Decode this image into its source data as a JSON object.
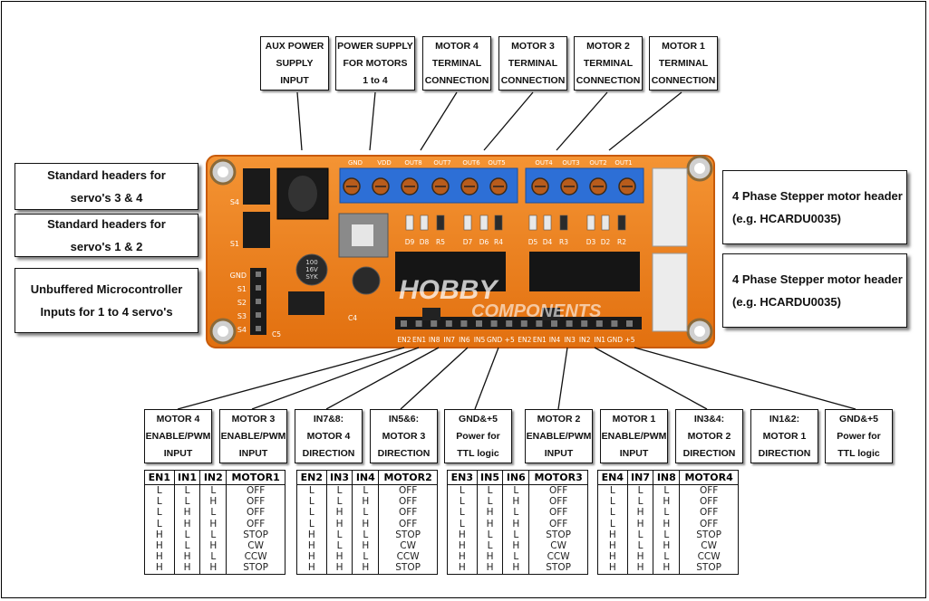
{
  "top_labels": [
    {
      "id": "aux-power",
      "lines": [
        "AUX POWER",
        "SUPPLY INPUT"
      ]
    },
    {
      "id": "motor-supply",
      "lines": [
        "POWER SUPPLY",
        "FOR MOTORS",
        "1 to 4"
      ]
    },
    {
      "id": "motor4-terminal",
      "lines": [
        "MOTOR 4",
        "TERMINAL",
        "CONNECTION"
      ]
    },
    {
      "id": "motor3-terminal",
      "lines": [
        "MOTOR 3",
        "TERMINAL",
        "CONNECTION"
      ]
    },
    {
      "id": "motor2-terminal",
      "lines": [
        "MOTOR 2",
        "TERMINAL",
        "CONNECTION"
      ]
    },
    {
      "id": "motor1-terminal",
      "lines": [
        "MOTOR 1",
        "TERMINAL",
        "CONNECTION"
      ]
    }
  ],
  "left_labels": [
    {
      "id": "servo34",
      "lines": [
        "Standard headers for",
        "servo's 3 & 4"
      ]
    },
    {
      "id": "servo12",
      "lines": [
        "Standard headers for",
        "servo's 1 & 2"
      ]
    },
    {
      "id": "mcu-inputs",
      "lines": [
        "Unbuffered Microcontroller",
        "Inputs for 1 to 4 servo's"
      ]
    }
  ],
  "right_labels": [
    {
      "id": "stepper-a",
      "lines": [
        "4 Phase Stepper motor header",
        "(e.g. HCARDU0035)"
      ]
    },
    {
      "id": "stepper-b",
      "lines": [
        "4 Phase Stepper motor header",
        "(e.g. HCARDU0035)"
      ]
    }
  ],
  "bottom_labels": [
    {
      "id": "m4-enable",
      "lines": [
        "MOTOR 4",
        "ENABLE/PWM",
        "INPUT"
      ]
    },
    {
      "id": "m3-enable",
      "lines": [
        "MOTOR 3",
        "ENABLE/PWM",
        "INPUT"
      ]
    },
    {
      "id": "in78",
      "lines": [
        "IN7&8:",
        "MOTOR 4",
        "DIRECTION"
      ]
    },
    {
      "id": "in56",
      "lines": [
        "IN5&6:",
        "MOTOR 3",
        "DIRECTION"
      ]
    },
    {
      "id": "gnd5-a",
      "lines": [
        "GND&+5",
        "Power for",
        "TTL logic"
      ]
    },
    {
      "id": "m2-enable",
      "lines": [
        "MOTOR 2",
        "ENABLE/PWM",
        "INPUT"
      ]
    },
    {
      "id": "m1-enable",
      "lines": [
        "MOTOR 1",
        "ENABLE/PWM",
        "INPUT"
      ]
    },
    {
      "id": "in34",
      "lines": [
        "IN3&4:",
        "MOTOR 2",
        "DIRECTION"
      ]
    },
    {
      "id": "in12",
      "lines": [
        "IN1&2:",
        "MOTOR 1",
        "DIRECTION"
      ]
    },
    {
      "id": "gnd5-b",
      "lines": [
        "GND&+5",
        "Power for",
        "TTL logic"
      ]
    }
  ],
  "board": {
    "logo_main": "HOBBY",
    "logo_sub": "COMPONENTS",
    "terminal_pins": [
      "GND",
      "VDD",
      "OUT8",
      "OUT7",
      "OUT6",
      "OUT5",
      "OUT4",
      "OUT3",
      "OUT2",
      "OUT1"
    ],
    "header_pins": [
      "EN2",
      "EN1",
      "IN8",
      "IN7",
      "IN6",
      "IN5",
      "GND",
      "+5",
      "EN2",
      "EN1",
      "IN4",
      "IN3",
      "IN2",
      "IN1",
      "GND",
      "+5"
    ],
    "servo_pins": [
      "GND",
      "S1",
      "S2",
      "S3",
      "S4"
    ],
    "servo_header_marks": [
      "S4",
      "S1"
    ],
    "cap_label": [
      "100",
      "16V",
      "SYK"
    ],
    "diode_labels": [
      "D9",
      "D8",
      "R5",
      "D7",
      "D6",
      "R4",
      "D5",
      "D4",
      "R3",
      "D3",
      "D2",
      "R2"
    ],
    "misc_labels": [
      "C4",
      "C5"
    ],
    "colors": {
      "board": "#f0801a",
      "board_edge": "#d9620c",
      "terminal": "#2d6fd6",
      "header": "#e8e8e8"
    }
  },
  "tables": [
    {
      "headers": [
        "EN1",
        "IN1",
        "IN2",
        "MOTOR1"
      ],
      "rows": [
        [
          "L",
          "L",
          "L",
          "OFF"
        ],
        [
          "L",
          "L",
          "H",
          "OFF"
        ],
        [
          "L",
          "H",
          "L",
          "OFF"
        ],
        [
          "L",
          "H",
          "H",
          "OFF"
        ],
        [
          "H",
          "L",
          "L",
          "STOP"
        ],
        [
          "H",
          "L",
          "H",
          "CW"
        ],
        [
          "H",
          "H",
          "L",
          "CCW"
        ],
        [
          "H",
          "H",
          "H",
          "STOP"
        ]
      ]
    },
    {
      "headers": [
        "EN2",
        "IN3",
        "IN4",
        "MOTOR2"
      ],
      "rows": [
        [
          "L",
          "L",
          "L",
          "OFF"
        ],
        [
          "L",
          "L",
          "H",
          "OFF"
        ],
        [
          "L",
          "H",
          "L",
          "OFF"
        ],
        [
          "L",
          "H",
          "H",
          "OFF"
        ],
        [
          "H",
          "L",
          "L",
          "STOP"
        ],
        [
          "H",
          "L",
          "H",
          "CW"
        ],
        [
          "H",
          "H",
          "L",
          "CCW"
        ],
        [
          "H",
          "H",
          "H",
          "STOP"
        ]
      ]
    },
    {
      "headers": [
        "EN3",
        "IN5",
        "IN6",
        "MOTOR3"
      ],
      "rows": [
        [
          "L",
          "L",
          "L",
          "OFF"
        ],
        [
          "L",
          "L",
          "H",
          "OFF"
        ],
        [
          "L",
          "H",
          "L",
          "OFF"
        ],
        [
          "L",
          "H",
          "H",
          "OFF"
        ],
        [
          "H",
          "L",
          "L",
          "STOP"
        ],
        [
          "H",
          "L",
          "H",
          "CW"
        ],
        [
          "H",
          "H",
          "L",
          "CCW"
        ],
        [
          "H",
          "H",
          "H",
          "STOP"
        ]
      ]
    },
    {
      "headers": [
        "EN4",
        "IN7",
        "IN8",
        "MOTOR4"
      ],
      "rows": [
        [
          "L",
          "L",
          "L",
          "OFF"
        ],
        [
          "L",
          "L",
          "H",
          "OFF"
        ],
        [
          "L",
          "H",
          "L",
          "OFF"
        ],
        [
          "L",
          "H",
          "H",
          "OFF"
        ],
        [
          "H",
          "L",
          "L",
          "STOP"
        ],
        [
          "H",
          "L",
          "H",
          "CW"
        ],
        [
          "H",
          "H",
          "L",
          "CCW"
        ],
        [
          "H",
          "H",
          "H",
          "STOP"
        ]
      ]
    }
  ]
}
